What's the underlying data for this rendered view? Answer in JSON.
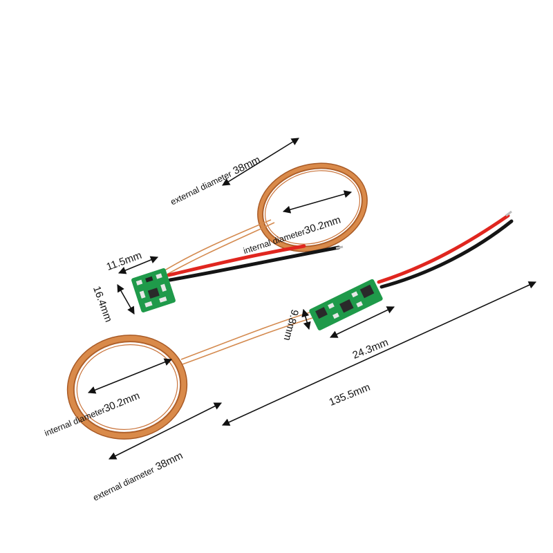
{
  "image": {
    "description_subject": "wireless charging coil modules with dimension callouts",
    "background": "#ffffff",
    "accent_colors": {
      "copper": "#c9733a",
      "pcb_green": "#1f9a4a",
      "wire_red": "#e0261f",
      "wire_black": "#151515"
    }
  },
  "labels": {
    "top_external": {
      "prefix": "external diameter",
      "value": "38mm"
    },
    "top_internal": {
      "prefix": "internal diameter",
      "value": "30.2mm"
    },
    "small_board_width": "11.5mm",
    "small_board_height": "16.4mm",
    "long_board_height": "9.8mm",
    "long_board_length": "24.3mm",
    "total_length": "135.5mm",
    "bottom_internal": {
      "prefix": "internal diameter",
      "value": "30.2mm"
    },
    "bottom_external": {
      "prefix": "external diameter",
      "value": "38mm"
    }
  }
}
